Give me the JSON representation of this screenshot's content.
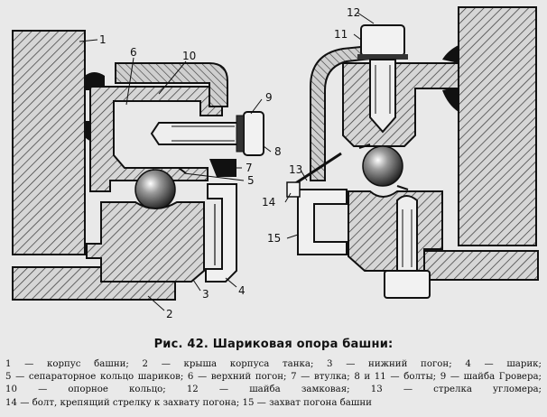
{
  "figure": {
    "labels": {
      "n1": "1",
      "n2": "2",
      "n3": "3",
      "n4": "4",
      "n5": "5",
      "n6": "6",
      "n7": "7",
      "n8": "8",
      "n9": "9",
      "n10": "10",
      "n11": "11",
      "n12": "12",
      "n13": "13",
      "n14": "14",
      "n15": "15"
    }
  },
  "caption": {
    "title": "Рис. 42. Шариковая опора башни:",
    "items": [
      "1 — корпус башни;",
      "2 — крыша корпуса танка;",
      "3 — нижний погон;",
      "4 — шарик;",
      "5 — сепараторное кольцо шариков;",
      "6 — верхний погон;",
      "7 — втулка;",
      "8 и 11 — болты;",
      "9 — шайба Гровера;",
      "10 — опорное кольцо;",
      "12 — шайба замковая;",
      "13 — стрелка угломера;",
      "14 — болт, крепящий стрелку к захвату погона;",
      "15 — захват погона башни"
    ]
  }
}
